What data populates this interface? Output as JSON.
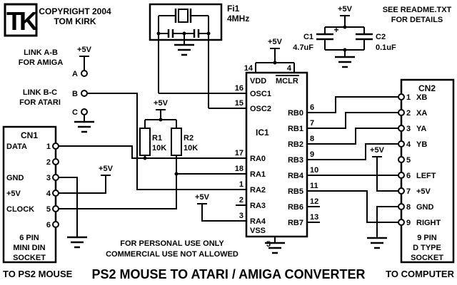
{
  "title": "PS2 MOUSE TO ATARI / AMIGA CONVERTER",
  "logo": {
    "text": "TK"
  },
  "copyright": {
    "line1": "COPYRIGHT 2004",
    "line2": "TOM KIRK"
  },
  "readme": {
    "line1": "SEE README.TXT",
    "line2": "FOR DETAILS"
  },
  "license": {
    "line1": "FOR PERSONAL USE ONLY",
    "line2": "COMMERCIAL USE NOT ALLOWED"
  },
  "captions": {
    "left": "TO PS2 MOUSE",
    "right": "TO COMPUTER"
  },
  "power_label": "+5V",
  "links": {
    "amiga": {
      "line1": "LINK A-B",
      "line2": "FOR AMIGA"
    },
    "atari": {
      "line1": "LINK B-C",
      "line2": "FOR ATARI"
    },
    "a": "A",
    "b": "B",
    "c": "C"
  },
  "oscillator": {
    "ref": "Fi1",
    "value": "4MHz"
  },
  "capacitors": {
    "c1": {
      "ref": "C1",
      "value": "4.7uF",
      "polarity": "+"
    },
    "c2": {
      "ref": "C2",
      "value": "0.1uF"
    }
  },
  "resistors": {
    "r1": {
      "ref": "R1",
      "value": "10K"
    },
    "r2": {
      "ref": "R2",
      "value": "10K"
    }
  },
  "ic": {
    "ref": "IC1",
    "top_pins": [
      {
        "num": "14",
        "label": "VDD"
      },
      {
        "num": "4",
        "label": "MCLR"
      }
    ],
    "left_pins": [
      {
        "num": "16",
        "label": "OSC1"
      },
      {
        "num": "15",
        "label": "OSC2"
      },
      {
        "num": "17",
        "label": "RA0"
      },
      {
        "num": "18",
        "label": "RA1"
      },
      {
        "num": "1",
        "label": "RA2"
      },
      {
        "num": "2",
        "label": "RA3"
      },
      {
        "num": "3",
        "label": "RA4"
      }
    ],
    "right_pins": [
      {
        "num": "6",
        "label": "RB0"
      },
      {
        "num": "7",
        "label": "RB1"
      },
      {
        "num": "8",
        "label": "RB2"
      },
      {
        "num": "9",
        "label": "RB3"
      },
      {
        "num": "10",
        "label": "RB4"
      },
      {
        "num": "11",
        "label": "RB5"
      },
      {
        "num": "12",
        "label": "RB6"
      },
      {
        "num": "13",
        "label": "RB7"
      }
    ],
    "bottom_pin": {
      "num": "5",
      "label": "VSS"
    }
  },
  "cn1": {
    "ref": "CN1",
    "pins": [
      {
        "num": "1",
        "label": "DATA"
      },
      {
        "num": "2",
        "label": ""
      },
      {
        "num": "3",
        "label": "GND"
      },
      {
        "num": "4",
        "label": "+5V"
      },
      {
        "num": "5",
        "label": "CLOCK"
      },
      {
        "num": "6",
        "label": ""
      }
    ],
    "socket": {
      "line1": "6 PIN",
      "line2": "MINI DIN",
      "line3": "SOCKET"
    }
  },
  "cn2": {
    "ref": "CN2",
    "pins": [
      {
        "num": "1",
        "label": "XB"
      },
      {
        "num": "2",
        "label": "XA"
      },
      {
        "num": "3",
        "label": "YA"
      },
      {
        "num": "4",
        "label": "YB"
      },
      {
        "num": "5",
        "label": ""
      },
      {
        "num": "6",
        "label": "LEFT"
      },
      {
        "num": "7",
        "label": "+5V"
      },
      {
        "num": "8",
        "label": "GND"
      },
      {
        "num": "9",
        "label": "RIGHT"
      }
    ],
    "socket": {
      "line1": "9 PIN",
      "line2": "D TYPE",
      "line3": "SOCKET"
    }
  }
}
